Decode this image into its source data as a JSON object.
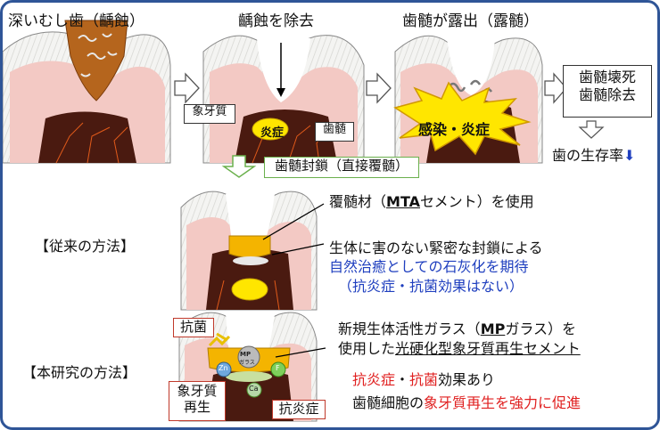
{
  "top": {
    "deep_caries": "深いむし歯（齲蝕）",
    "caries_removal": "齲蝕を除去",
    "pulp_exposure": "歯髄が露出（露髄）"
  },
  "labels": {
    "dentin": "象牙質",
    "pulp": "歯髄",
    "inflammation": "炎症",
    "infection": "感染・炎症",
    "necrosis_line1": "歯髄壊死",
    "necrosis_line2": "歯髄除去",
    "survival": "歯の生存率",
    "down_arrow": "⬇"
  },
  "middle": {
    "pulp_capping": "歯髄封鎖（直接覆髄）",
    "conventional": "【従来の方法】",
    "capping_material_prefix": "覆髄材（",
    "capping_material_mta": "MTA",
    "capping_material_suffix": "セメント）を使用",
    "seal_line": "生体に害のない緊密な封鎖による",
    "calcification_line": "自然治癒としての石灰化を期待",
    "no_effect_line": "（抗炎症・抗菌効果はない）"
  },
  "bottom": {
    "this_study": "【本研究の方法】",
    "antibacterial": "抗菌",
    "dentin_regen_line1": "象牙質",
    "dentin_regen_line2": "再生",
    "anti_inflammatory": "抗炎症",
    "glass_prefix": "新規生体活性ガラス（",
    "glass_mp": "MP",
    "glass_suffix": "ガラス）を",
    "cement_prefix": "使用した",
    "cement_underlined": "光硬化型象牙質再生セメント",
    "effect_a": "抗炎症",
    "effect_dot": "・",
    "effect_b": "抗菌",
    "effect_c": "効果あり",
    "promote_prefix": "歯髄細胞の",
    "promote_red": "象牙質再生を強力に促進",
    "mp_label_1": "MP",
    "mp_label_2": "ガラス",
    "ion_zn": "Zn",
    "ion_f": "F",
    "ion_ca": "Ca"
  },
  "colors": {
    "frame": "#2f5597",
    "caries": "#b5651d",
    "pulp": "#4a1a10",
    "inflammation": "#ffe600",
    "blue_text": "#1f3fbf",
    "red_text": "#e02020"
  }
}
